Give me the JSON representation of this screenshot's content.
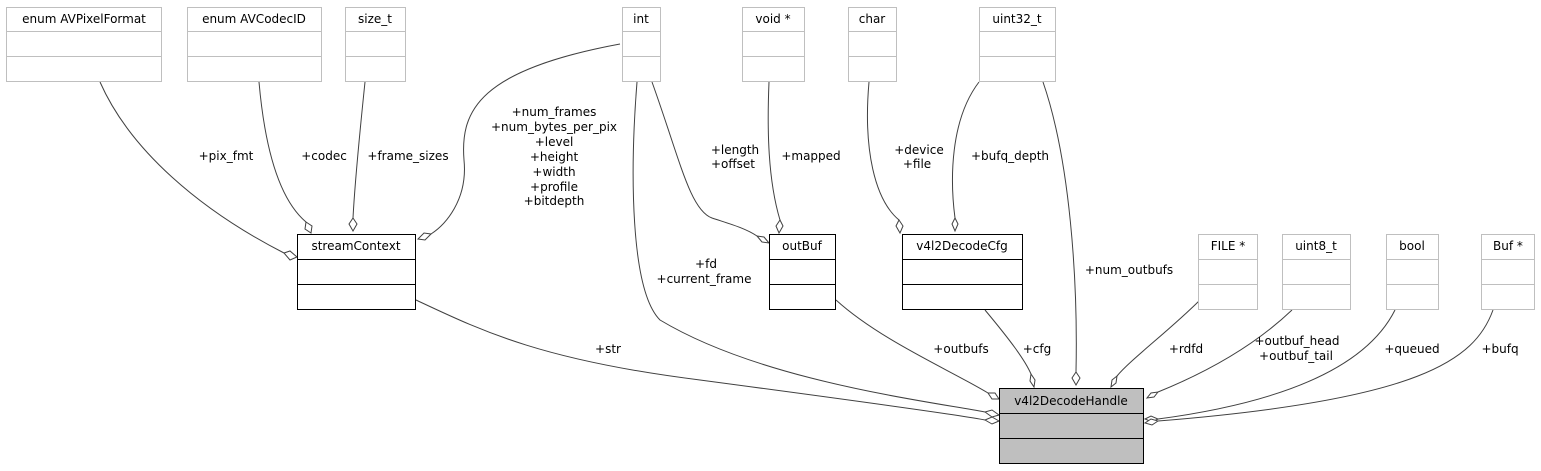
{
  "nodes": {
    "avpixelformat": "enum AVPixelFormat",
    "avcodecid": "enum AVCodecID",
    "size_t": "size_t",
    "int": "int",
    "void_ptr": "void *",
    "char": "char",
    "uint32_t": "uint32_t",
    "streamcontext": "streamContext",
    "outbuf": "outBuf",
    "v4l2decodecfg": "v4l2DecodeCfg",
    "file_ptr": "FILE *",
    "uint8_t": "uint8_t",
    "bool": "bool",
    "buf_ptr": "Buf *",
    "v4l2decodehandle": "v4l2DecodeHandle"
  },
  "edge_labels": {
    "pix_fmt": "+pix_fmt",
    "codec": "+codec",
    "frame_sizes": "+frame_sizes",
    "int_stream": [
      "+num_frames",
      "+num_bytes_per_pix",
      "+level",
      "+height",
      "+width",
      "+profile",
      "+bitdepth"
    ],
    "int_outbuf": [
      "+length",
      "+offset"
    ],
    "mapped": "+mapped",
    "char_cfg": [
      "+device",
      "+file"
    ],
    "bufq_depth": "+bufq_depth",
    "int_handle": [
      "+fd",
      "+current_frame"
    ],
    "num_outbufs": "+num_outbufs",
    "str": "+str",
    "outbufs": "+outbufs",
    "cfg": "+cfg",
    "rdfd": "+rdfd",
    "uint8_handle": [
      "+outbuf_head",
      "+outbuf_tail"
    ],
    "queued": "+queued",
    "bufq": "+bufq"
  }
}
